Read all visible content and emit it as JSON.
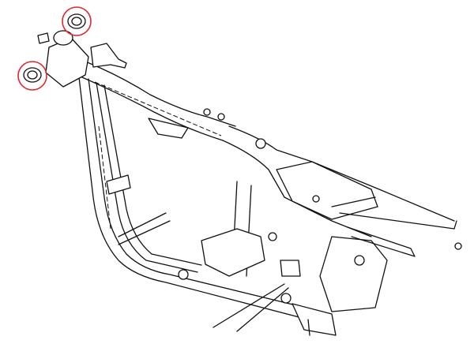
{
  "diagram": {
    "subject": "motorcycle-frame",
    "highlight_color": "#e0282e",
    "line_color": "#111111",
    "highlighted_parts": [
      "upper-steering-bearing-cup",
      "lower-steering-bearing-cup"
    ]
  }
}
